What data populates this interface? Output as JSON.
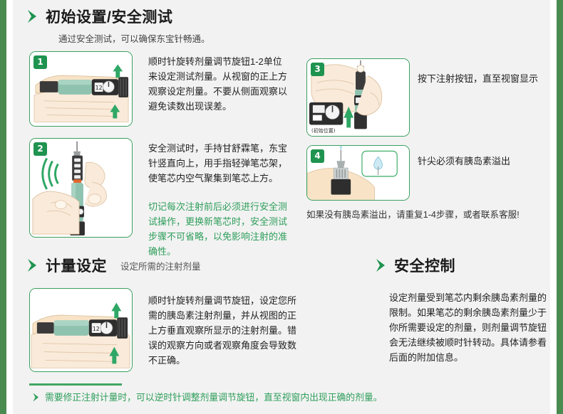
{
  "theme": {
    "rail_green": "#4a8b4f",
    "accent_green": "#1f9350",
    "card_border": "#3aa05f",
    "body_bg": "#f2f2f2",
    "text_dark": "#1a1a1a",
    "text_green": "#2e9e5b"
  },
  "section_1": {
    "chevron_icon": "chevron-right-icon",
    "title": "初始设置/安全测试",
    "subtitle": "通过安全测试，可以确保东宝针畅通。",
    "steps": [
      {
        "number": "1",
        "image_alt": "手持胰岛素笔顺时针旋转剂量调节旋钮",
        "text": "顺时针旋转剂量调节旋钮1-2单位来设定测试剂量。从视窗的正上方观察设定剂量。不要从侧面观察以避免读数出现误差。"
      },
      {
        "number": "2",
        "image_alt": "竖直手持笔并轻弹笔芯架",
        "text": "安全测试时，手持甘舒霖笔，东宝针竖直向上，用手指轻弹笔芯架，使笔芯内空气聚集到笔芯上方。",
        "highlight": "切记每次注射前后必须进行安全测试操作，更换新笔芯时，安全测试步骤不可省略，以免影响注射的准确性。"
      },
      {
        "number": "3",
        "image_alt": "双手按下注射按钮",
        "inset_caption": "(初始位置)",
        "text": "按下注射按钮，直至视窗显示"
      },
      {
        "number": "4",
        "image_alt": "针尖有胰岛素液滴溢出",
        "text": "针尖必须有胰岛素溢出"
      }
    ],
    "footer_note": "如果没有胰岛素溢出，请重复1-4步骤，或者联系客服!"
  },
  "section_2": {
    "chevron_icon": "chevron-right-icon",
    "title": "计量设定",
    "subtitle": "设定所需的注射剂量",
    "image_alt": "顺时针旋转剂量调节旋钮设定剂量",
    "text": "顺时针旋转剂量调节旋钮，设定您所需的胰岛素注射剂量，并从视图的正上方垂直观察所显示的注射剂量。错误的观察方向或者观察角度会导致数不正确。"
  },
  "section_3": {
    "chevron_icon": "chevron-right-icon",
    "title": "安全控制",
    "text": "设定剂量受到笔芯内剩余胰岛素剂量的限制。如果笔芯的剩余胰岛素剂量少于你所需要设定的剂量，则剂量调节旋钮会无法继续被顺时针转动。具体请参看后面的附加信息。"
  },
  "footer": {
    "chevron_icon": "chevron-right-icon",
    "text": "需要修正注射计量时，可以逆时针调整剂量调节旋钮，直至视窗内出现正确的剂量。"
  }
}
